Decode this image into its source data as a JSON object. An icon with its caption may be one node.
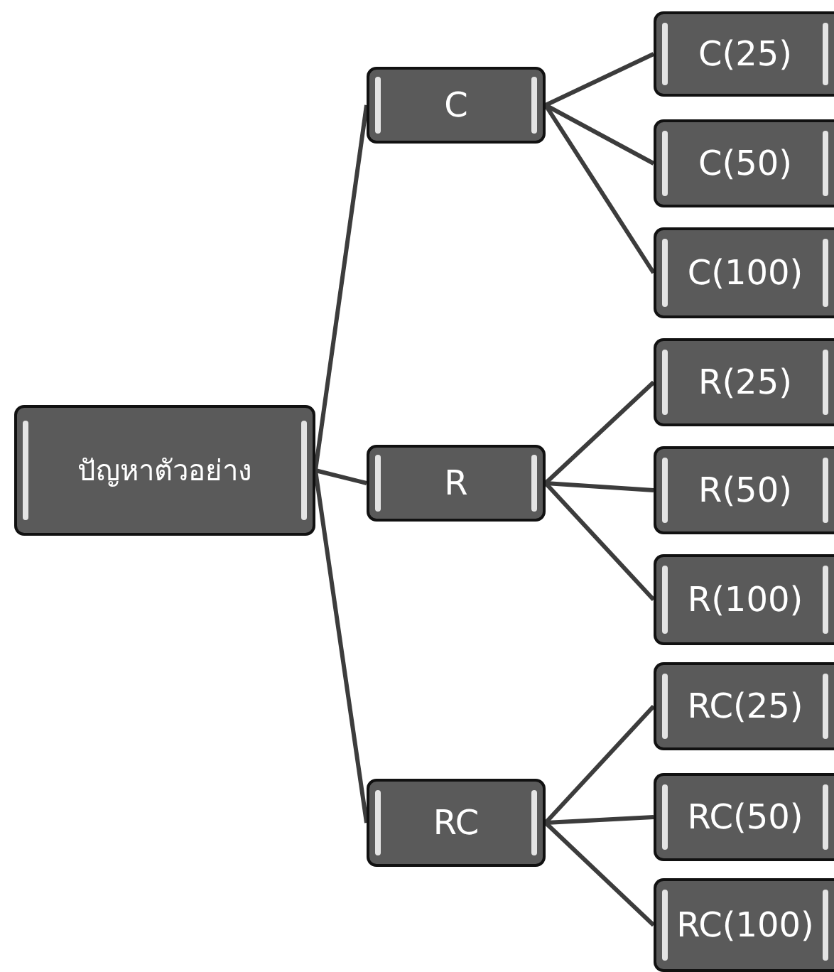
{
  "diagram": {
    "nodes": [
      {
        "text": [
          "ปัญหาตัวอย่าง"
        ]
      },
      {
        "text": [
          "C"
        ]
      },
      {
        "text": [
          "R"
        ]
      },
      {
        "text": [
          "RC"
        ]
      },
      {
        "text": [
          "C(25)"
        ]
      },
      {
        "text": [
          "C(50)"
        ]
      },
      {
        "text": [
          "C(100)"
        ]
      },
      {
        "text": [
          "R(25)"
        ]
      },
      {
        "text": [
          "R(50)"
        ]
      },
      {
        "text": [
          "R(100)"
        ]
      },
      {
        "text": [
          "RC(25)"
        ]
      },
      {
        "text": [
          "RC(50)"
        ]
      },
      {
        "text": [
          "RC(100)"
        ]
      }
    ],
    "edges": [
      {
        "from": 0,
        "to": 1,
        "arrow": "none"
      },
      {
        "from": 0,
        "to": 2,
        "arrow": "none"
      },
      {
        "from": 0,
        "to": 3,
        "arrow": "none"
      },
      {
        "from": 1,
        "to": 4,
        "arrow": "none"
      },
      {
        "from": 1,
        "to": 5,
        "arrow": "none"
      },
      {
        "from": 1,
        "to": 6,
        "arrow": "none"
      },
      {
        "from": 2,
        "to": 7,
        "arrow": "none"
      },
      {
        "from": 2,
        "to": 8,
        "arrow": "none"
      },
      {
        "from": 2,
        "to": 9,
        "arrow": "none"
      },
      {
        "from": 3,
        "to": 10,
        "arrow": "none"
      },
      {
        "from": 3,
        "to": 11,
        "arrow": "none"
      },
      {
        "from": 3,
        "to": 12,
        "arrow": "none"
      }
    ]
  }
}
